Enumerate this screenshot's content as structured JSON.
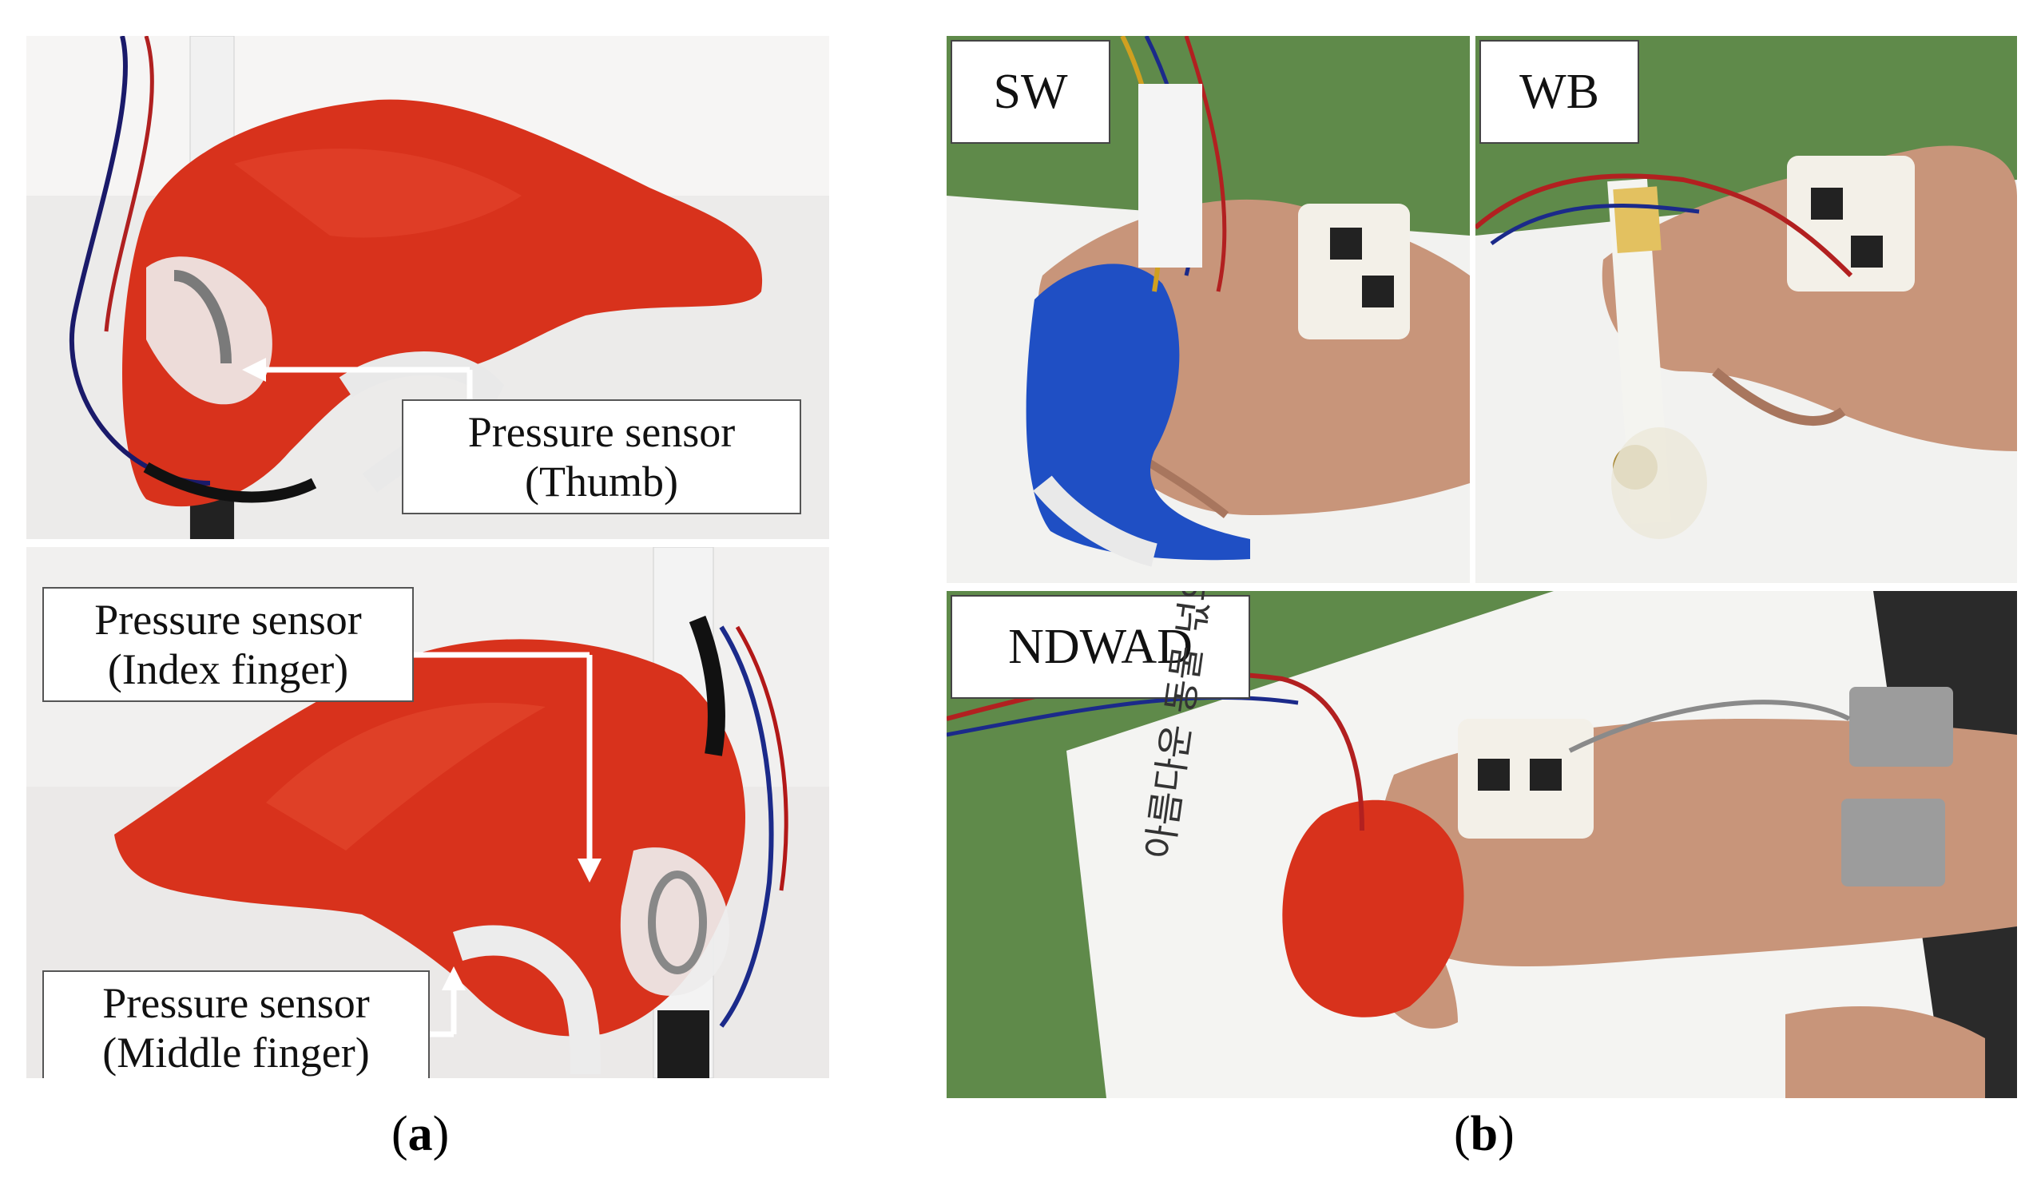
{
  "panel_a": {
    "caption_letter": "a",
    "top_photo": {
      "label_line1": "Pressure sensor",
      "label_line2": "(Thumb)"
    },
    "bottom_photo": {
      "label1_line1": "Pressure sensor",
      "label1_line2": "(Index finger)",
      "label2_line1": "Pressure sensor",
      "label2_line2": "(Middle finger)"
    }
  },
  "panel_b": {
    "caption_letter": "b",
    "insets": [
      {
        "label": "SW"
      },
      {
        "label": "WB"
      },
      {
        "label": "NDWAD"
      }
    ],
    "paper_text": "아름다운 동물 넋의 햇빛 풍경"
  },
  "colors": {
    "grip_red": "#d8321c",
    "grip_blue": "#1f4fc4",
    "table_green": "#5f8a4a",
    "skin": "#c8957a"
  }
}
